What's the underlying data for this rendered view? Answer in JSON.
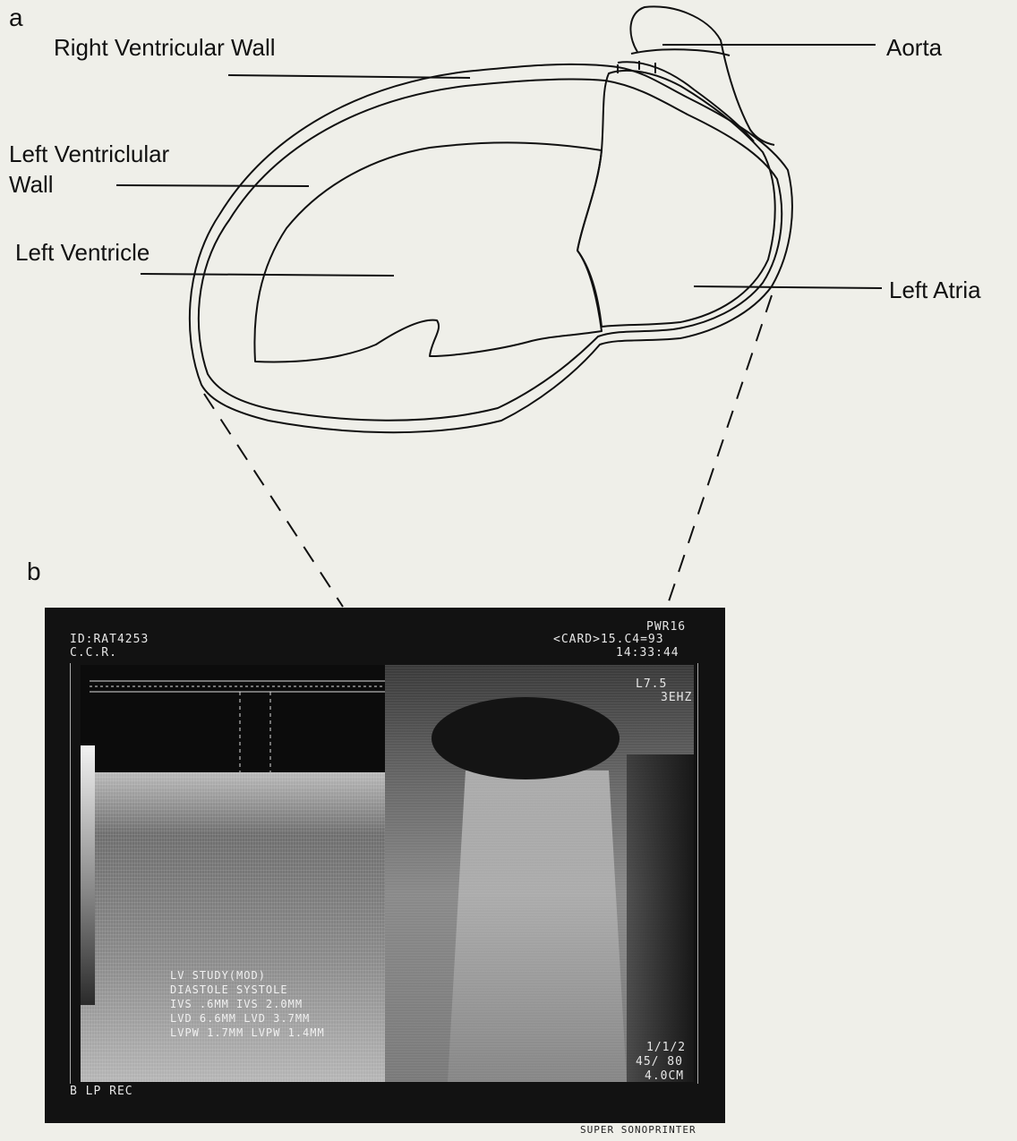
{
  "panels": {
    "a": "a",
    "b": "b"
  },
  "labels": {
    "right_ventricular_wall": "Right Ventricular Wall",
    "left_ventricular_wall_line1": "Left Ventriclular",
    "left_ventricular_wall_line2": "Wall",
    "left_ventricle": "Left Ventricle",
    "aorta": "Aorta",
    "left_atria": "Left Atria"
  },
  "echo_screen": {
    "patient_id": "ID:RAT4253",
    "operator": "C.C.R.",
    "preset": "PWR16",
    "mode_date": "<CARD>15.C4=93",
    "time": "14:33:44",
    "probe": "L7.5",
    "frequency": "3EHZ",
    "frame": "1/1/2",
    "gain": "45/ 80",
    "depth": "4.0CM",
    "mode_footer": "B LP REC",
    "measure_header": "LV STUDY(MOD)",
    "measure_cols": "DIASTOLE   SYSTOLE",
    "measure_rows": [
      "IVS  .6MM  IVS  2.0MM",
      "LVD  6.6MM LVD  3.7MM",
      "LVPW 1.7MM LVPW 1.4MM"
    ]
  },
  "printer": "SUPER SONOPRINTER"
}
